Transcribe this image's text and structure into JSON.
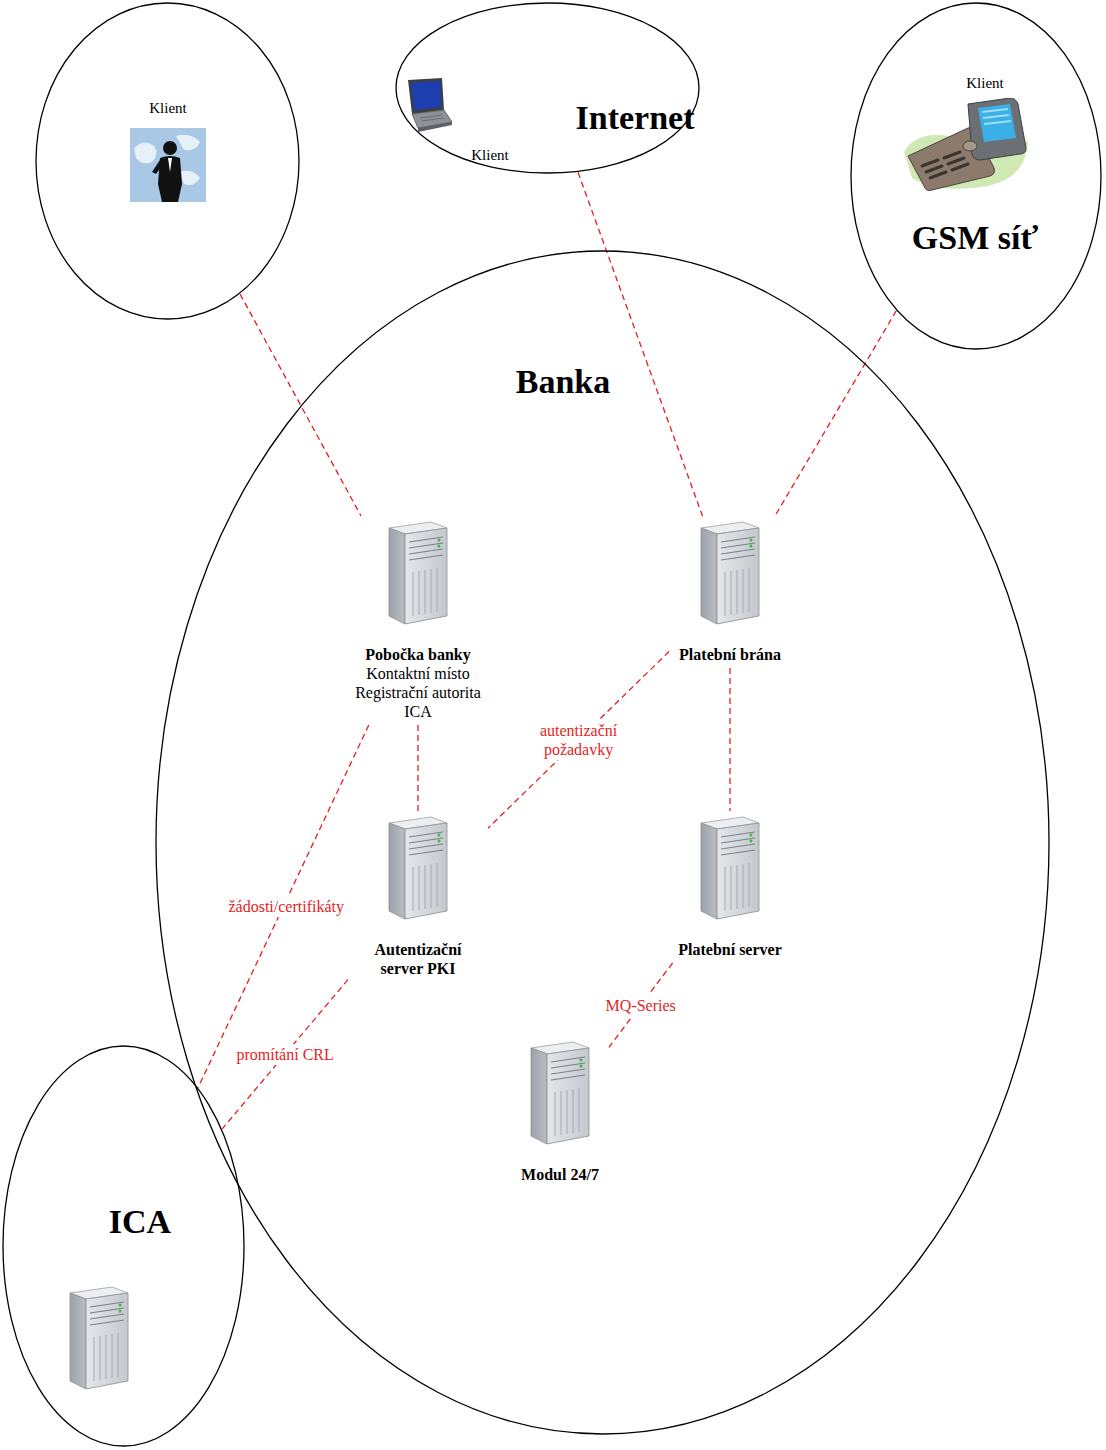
{
  "diagram": {
    "nodes": [
      {
        "text": [
          "Klient"
        ]
      },
      {
        "text": [
          "Internet",
          "Klient"
        ]
      },
      {
        "text": [
          "Klient",
          "GSM síť"
        ]
      },
      {
        "text": [
          "Banka"
        ]
      },
      {
        "text": [
          "Pobočka banky",
          "Kontaktní místo Registrační autorita ICA"
        ],
        "in": 3
      },
      {
        "text": [
          "Platební brána"
        ],
        "in": 3
      },
      {
        "text": [
          "Autentizační server PKI"
        ],
        "in": 3
      },
      {
        "text": [
          "Platební server"
        ],
        "in": 3
      },
      {
        "text": [
          "Modul 24/7"
        ],
        "in": 3
      },
      {
        "text": [
          "ICA"
        ]
      }
    ],
    "edges": [
      {
        "from": 0,
        "to": 4,
        "arrow": "none"
      },
      {
        "from": 1,
        "to": 5,
        "arrow": "none"
      },
      {
        "from": 2,
        "to": 5,
        "arrow": "none"
      },
      {
        "from": 4,
        "to": 6,
        "arrow": "none"
      },
      {
        "from": 5,
        "to": 6,
        "label": "autentizační požadavky",
        "arrow": "none"
      },
      {
        "from": 4,
        "to": 9,
        "label": "žádosti/certifikáty",
        "arrow": "none"
      },
      {
        "from": 6,
        "to": 9,
        "label": "promítání CRL",
        "arrow": "none"
      },
      {
        "from": 5,
        "to": 7,
        "arrow": "none"
      },
      {
        "from": 7,
        "to": 8,
        "label": "MQ-Series",
        "arrow": "none"
      }
    ]
  }
}
